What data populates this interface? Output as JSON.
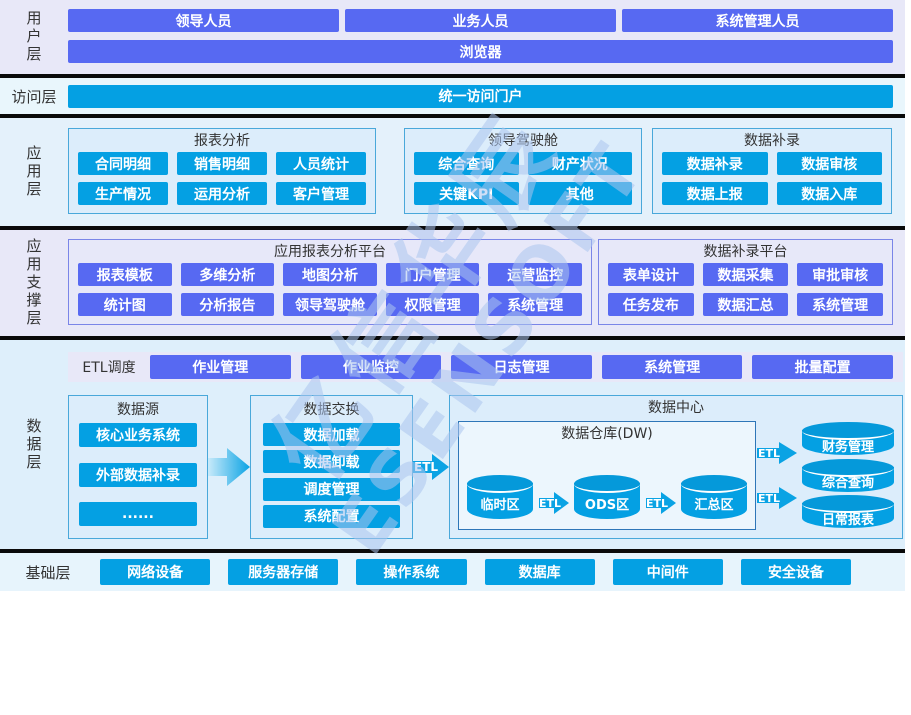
{
  "watermark": {
    "line1": "亿信华辰",
    "line2": "ESENSOFT"
  },
  "colors": {
    "purple": "#5769F2",
    "cyan": "#04A0E3",
    "separator": "#0A0A0A"
  },
  "layers": {
    "user": {
      "label": "用户层",
      "roles": [
        "领导人员",
        "业务人员",
        "系统管理人员"
      ],
      "browser": "浏览器"
    },
    "access": {
      "label": "访问层",
      "portal": "统一访问门户"
    },
    "app": {
      "label": "应用层",
      "groups": [
        {
          "title": "报表分析",
          "items": [
            "合同明细",
            "销售明细",
            "人员统计",
            "生产情况",
            "运用分析",
            "客户管理"
          ]
        },
        {
          "title": "领导驾驶舱",
          "items": [
            "综合查询",
            "财产状况",
            "关键KPI",
            "其他"
          ]
        },
        {
          "title": "数据补录",
          "items": [
            "数据补录",
            "数据审核",
            "数据上报",
            "数据入库"
          ]
        }
      ]
    },
    "support": {
      "label": "应用支撑层",
      "groups": [
        {
          "title": "应用报表分析平台",
          "items": [
            "报表模板",
            "多维分析",
            "地图分析",
            "门户管理",
            "运营监控",
            "统计图",
            "分析报告",
            "领导驾驶舱",
            "权限管理",
            "系统管理"
          ]
        },
        {
          "title": "数据补录平台",
          "items": [
            "表单设计",
            "数据采集",
            "审批审核",
            "任务发布",
            "数据汇总",
            "系统管理"
          ]
        }
      ]
    },
    "data": {
      "label": "数据层",
      "etl_strip": {
        "label": "ETL调度",
        "items": [
          "作业管理",
          "作业监控",
          "日志管理",
          "系统管理",
          "批量配置"
        ]
      },
      "source": {
        "title": "数据源",
        "items": [
          "核心业务系统",
          "外部数据补录",
          "......"
        ]
      },
      "exchange": {
        "title": "数据交换",
        "items": [
          "数据加载",
          "数据卸载",
          "调度管理",
          "系统配置"
        ]
      },
      "etl_label": "ETL",
      "center": {
        "title": "数据中心",
        "dw": {
          "title": "数据仓库(DW)",
          "stages": [
            "临时区",
            "ODS区",
            "汇总区"
          ]
        },
        "outputs": [
          "财务管理",
          "综合查询",
          "日常报表"
        ]
      }
    },
    "base": {
      "label": "基础层",
      "items": [
        "网络设备",
        "服务器存储",
        "操作系统",
        "数据库",
        "中间件",
        "安全设备"
      ]
    }
  }
}
